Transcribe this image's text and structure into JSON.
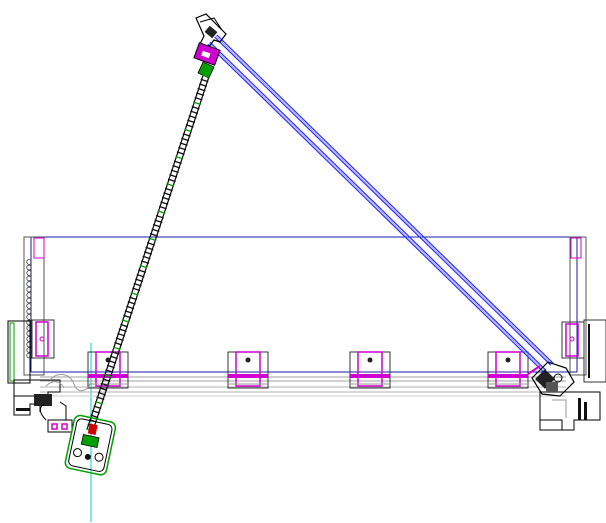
{
  "drawing": {
    "kind": "CAD technical drawing",
    "text_labels": [],
    "colors": {
      "background": "#ffffff",
      "outline": "#000000",
      "frame_line": "#1a1aa8",
      "blue_arm": "#2b2bff",
      "magenta": "#d000d0",
      "gray": "#a0a0a0",
      "cyan": "#00d0d8",
      "green": "#00a000"
    },
    "parts": {
      "bracket_count": 4,
      "cable_segment_count": 78
    }
  }
}
